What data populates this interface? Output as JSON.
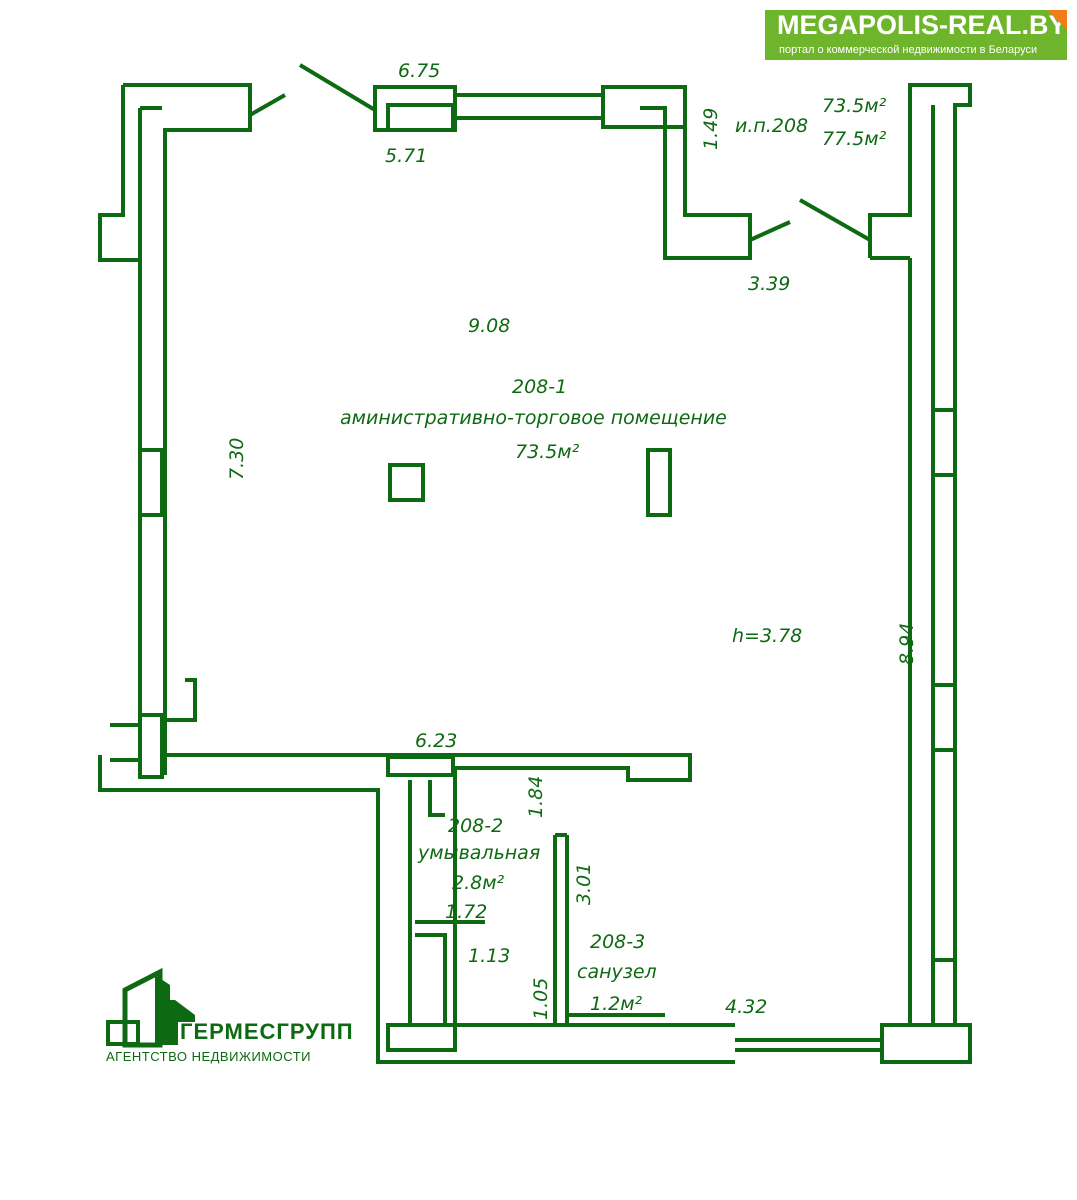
{
  "brand_badge": {
    "title": "MEGAPOLIS-REAL.BY",
    "subtitle": "портал о коммерческой недвижимости в Беларуси",
    "color": "#6fb52c",
    "corner_color": "#f07c1a"
  },
  "agency_logo": {
    "name": "ГЕРМЕСГРУПП",
    "subtitle": "АГЕНТСТВО НЕДВИЖИМОСТИ"
  },
  "plan": {
    "line_color": "#0e6a12",
    "unit": "и.п.208",
    "unit_area_1": "73.5м²",
    "unit_area_2": "77.5м²",
    "rooms": [
      {
        "id": "208-1",
        "name": "аминистративно-торговое помещение",
        "area": "73.5м²"
      },
      {
        "id": "208-2",
        "name": "умывальная",
        "area": "2.8м²"
      },
      {
        "id": "208-3",
        "name": "санузел",
        "area": "1.2м²"
      }
    ],
    "height": "h=3.78",
    "dimensions": [
      "6.75",
      "5.71",
      "1.49",
      "3.39",
      "9.08",
      "7.30",
      "8.94",
      "6.23",
      "1.84",
      "3.01",
      "1.72",
      "1.13",
      "1.05",
      "4.32"
    ]
  }
}
